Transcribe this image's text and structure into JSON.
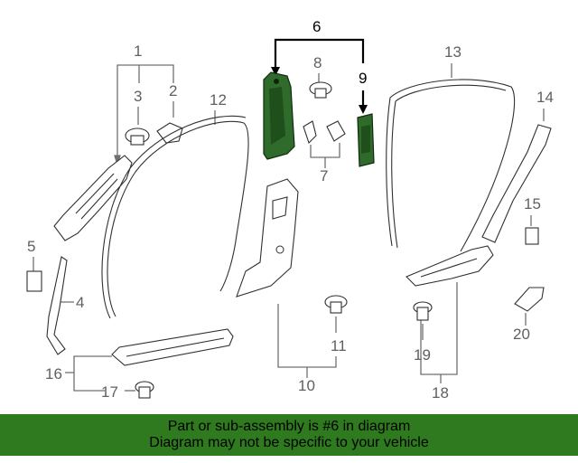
{
  "callouts": {
    "c1": "1",
    "c2": "2",
    "c3": "3",
    "c4": "4",
    "c5": "5",
    "c6": "6",
    "c7": "7",
    "c8": "8",
    "c9": "9",
    "c10": "10",
    "c11": "11",
    "c12": "12",
    "c13": "13",
    "c14": "14",
    "c15": "15",
    "c16": "16",
    "c17": "17",
    "c18": "18",
    "c19": "19",
    "c20": "20"
  },
  "highlight": {
    "part_number": "6",
    "color": "#2f7a1f"
  },
  "banner": {
    "line1": "Part or sub-assembly is #6 in diagram",
    "line2": "Diagram may not be specific to your vehicle"
  }
}
